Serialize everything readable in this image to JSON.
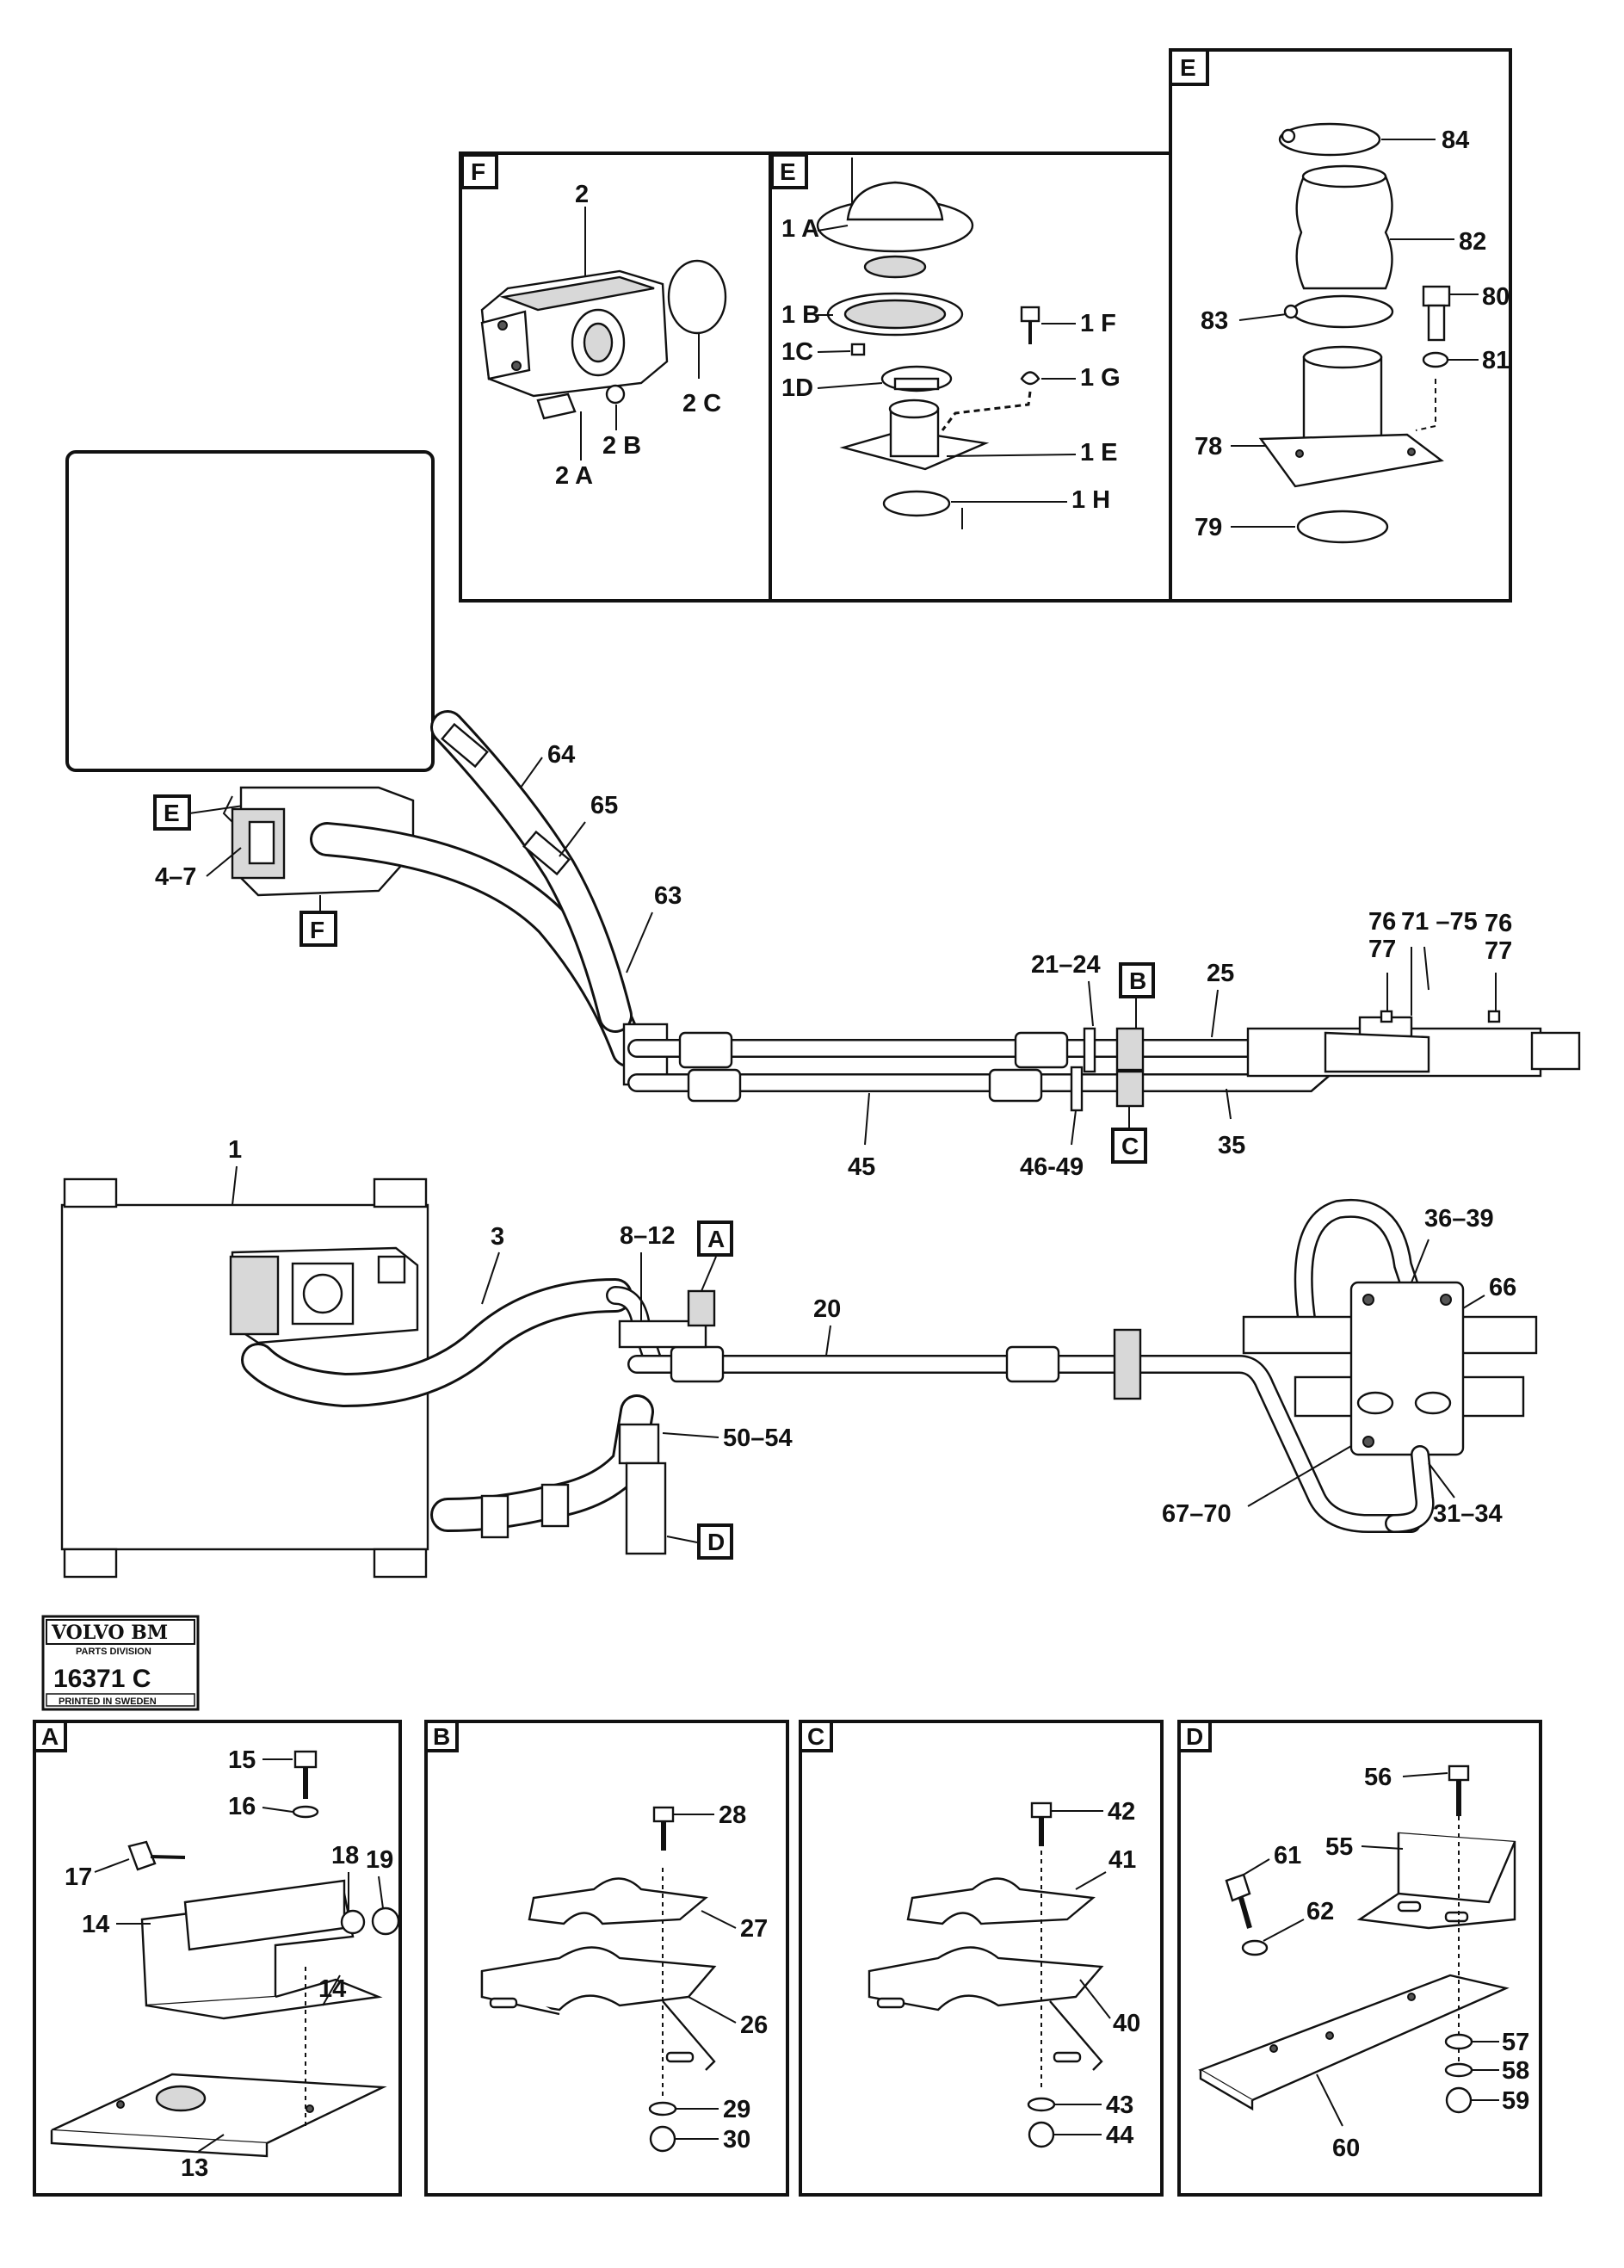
{
  "drawing_number": "16371 C",
  "brand": {
    "name": "VOLVO BM",
    "division": "PARTS DIVISION",
    "printed": "PRINTED IN SWEDEN"
  },
  "detail_tags": {
    "E_large": "E",
    "F": "F",
    "E_small": "E",
    "A": "A",
    "B": "B",
    "C": "C",
    "D": "D",
    "E_main": "E",
    "F_main": "F",
    "A_main": "A",
    "B_main": "B",
    "C_main": "C",
    "D_main": "D"
  },
  "callouts": {
    "detailF": [
      "2",
      "2 A",
      "2 B",
      "2 C"
    ],
    "detailE_small": [
      "1 A",
      "1 B",
      "1C",
      "1D",
      "1 F",
      "1 G",
      "1 E",
      "1 H"
    ],
    "detailE_large": [
      "84",
      "82",
      "80",
      "83",
      "81",
      "78",
      "79"
    ],
    "upper_assembly": [
      "64",
      "65",
      "4–7",
      "63",
      "76\n77",
      "71 –75",
      "76\n77",
      "21–24",
      "25",
      "45",
      "46-49",
      "35"
    ],
    "lower_assembly": [
      "1",
      "3",
      "8–12",
      "20",
      "36–39",
      "66",
      "50–54",
      "67–70",
      "31–34"
    ],
    "detailA": [
      "15",
      "16",
      "18",
      "19",
      "17",
      "14",
      "14",
      "13"
    ],
    "detailB": [
      "28",
      "27",
      "26",
      "29",
      "30"
    ],
    "detailC": [
      "42",
      "41",
      "40",
      "43",
      "44"
    ],
    "detailD": [
      "56",
      "55",
      "61",
      "62",
      "57",
      "58",
      "59",
      "60"
    ]
  },
  "labels": {
    "f2": "2",
    "f2a": "2 A",
    "f2b": "2 B",
    "f2c": "2 C",
    "e1a": "1 A",
    "e1b": "1 B",
    "e1c": "1C",
    "e1d": "1D",
    "e1f": "1 F",
    "e1g": "1 G",
    "e1e": "1 E",
    "e1h": "1 H",
    "e84": "84",
    "e82": "82",
    "e80": "80",
    "e83": "83",
    "e81": "81",
    "e78": "78",
    "e79": "79",
    "u64": "64",
    "u65": "65",
    "u47": "4–7",
    "u63": "63",
    "u76a": "76",
    "u77a": "77",
    "u7175": "71 –75",
    "u76b": "76",
    "u77b": "77",
    "u2124": "21–24",
    "u25": "25",
    "u45": "45",
    "u4649": "46-49",
    "u35": "35",
    "l1": "1",
    "l3": "3",
    "l812": "8–12",
    "l20": "20",
    "l3639": "36–39",
    "l66": "66",
    "l5054": "50–54",
    "l6770": "67–70",
    "l3134": "31–34",
    "a15": "15",
    "a16": "16",
    "a18": "18",
    "a19": "19",
    "a17": "17",
    "a14a": "14",
    "a14b": "14",
    "a13": "13",
    "b28": "28",
    "b27": "27",
    "b26": "26",
    "b29": "29",
    "b30": "30",
    "c42": "42",
    "c41": "41",
    "c40": "40",
    "c43": "43",
    "c44": "44",
    "d56": "56",
    "d55": "55",
    "d61": "61",
    "d62": "62",
    "d57": "57",
    "d58": "58",
    "d59": "59",
    "d60": "60"
  }
}
